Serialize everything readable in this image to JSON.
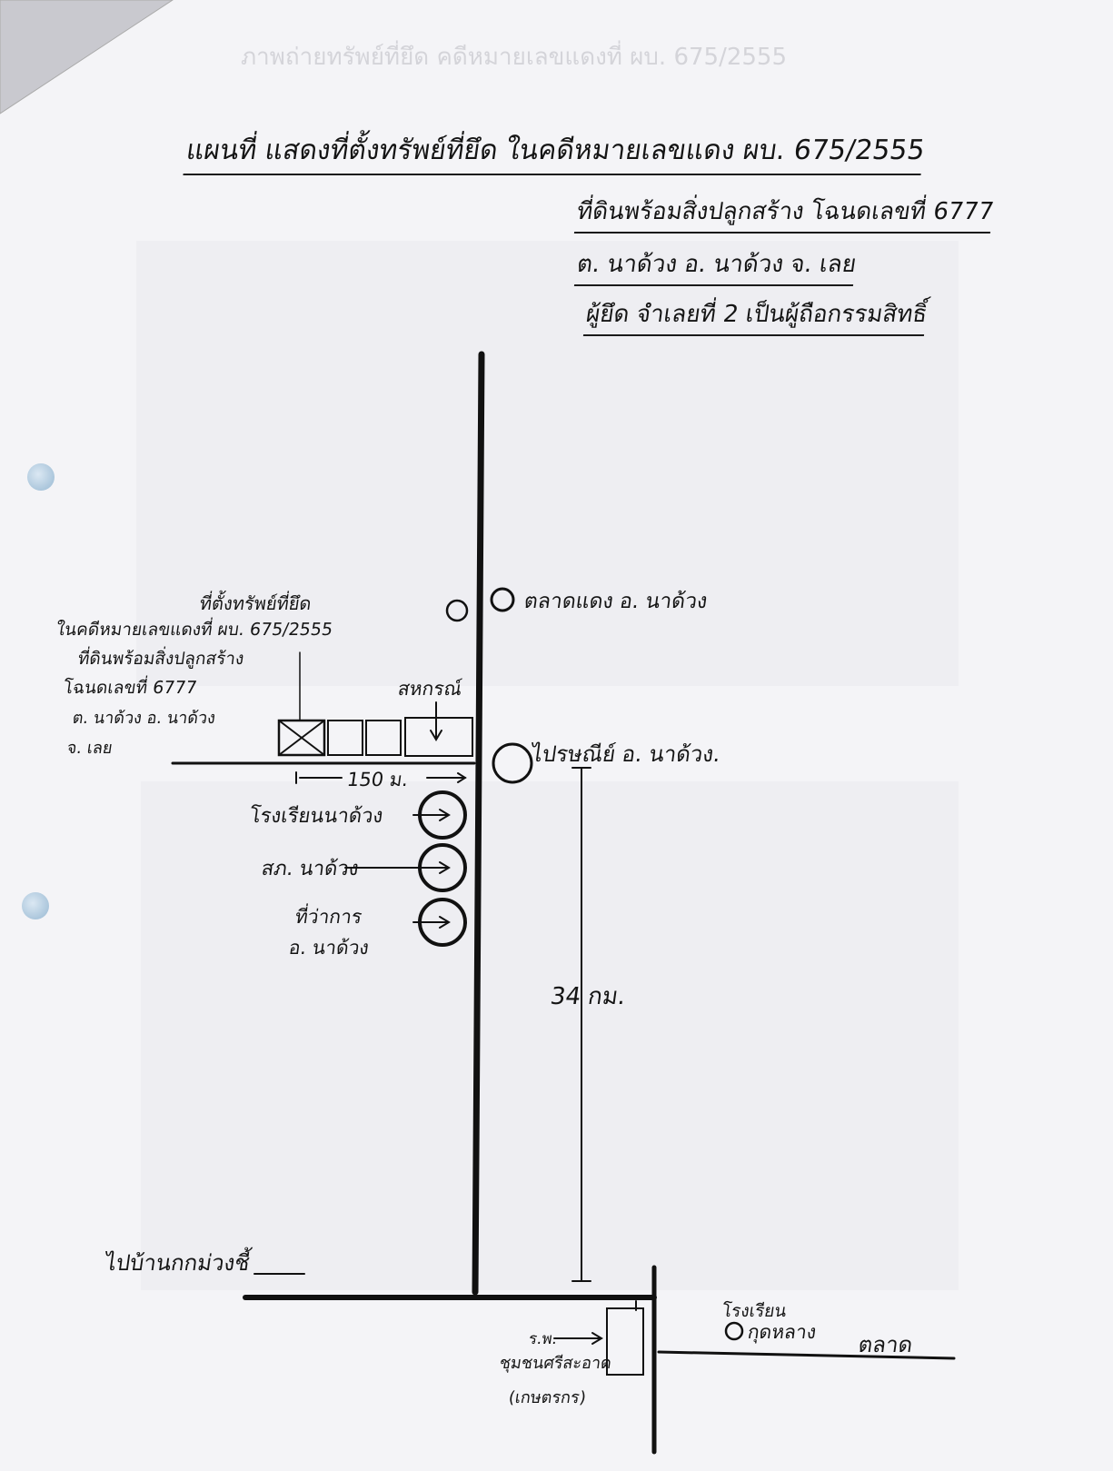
{
  "header": {
    "faint_top_text": "ภาพถ่ายทรัพย์ที่ยึด คดีหมายเลขแดงที่ ผบ. 675/2555",
    "title": "แผนที่ แสดงที่ตั้งทรัพย์ที่ยึด ในคดีหมายเลขแดง ผบ. 675/2555",
    "line2": "ที่ดินพร้อมสิ่งปลูกสร้าง โฉนดเลขที่ 6777",
    "line3": "ต. นาด้วง อ. นาด้วง จ. เลย",
    "line4": "ผู้ยึด จำเลยที่ 2 เป็นผู้ถือกรรมสิทธิ์"
  },
  "map": {
    "property_label": "ที่ตั้งทรัพย์ที่ยึด",
    "property_desc": [
      "ในคดีหมายเลขแดงที่ ผบ. 675/2555",
      "ที่ดินพร้อมสิ่งปลูกสร้าง",
      "โฉนดเลขที่ 6777",
      "ต. นาด้วง อ. นาด้วง",
      "จ. เลย"
    ],
    "coop": "สหกรณ์",
    "distance_150": "150 ม.",
    "distance_34": "34 กม.",
    "market_red": "ตลาดแดง อ. นาด้วง",
    "post_office": "ไปรษณีย์ อ. นาด้วง.",
    "school": "โรงเรียนนาด้วง",
    "police": "สภ. นาด้วง",
    "district_office_1": "ที่ว่าการ",
    "district_office_2": "อ. นาด้วง",
    "to_village": "ไปบ้านกกม่วงชี้",
    "hospital_1": "โรงเรียน",
    "hospital_2": "กุดหลาง",
    "market": "ตลาด",
    "clinic_1": "ร.พ.",
    "clinic_2": "ชุมชนศรีสะอาด",
    "clinic_3": "(เกษตรกร)"
  }
}
